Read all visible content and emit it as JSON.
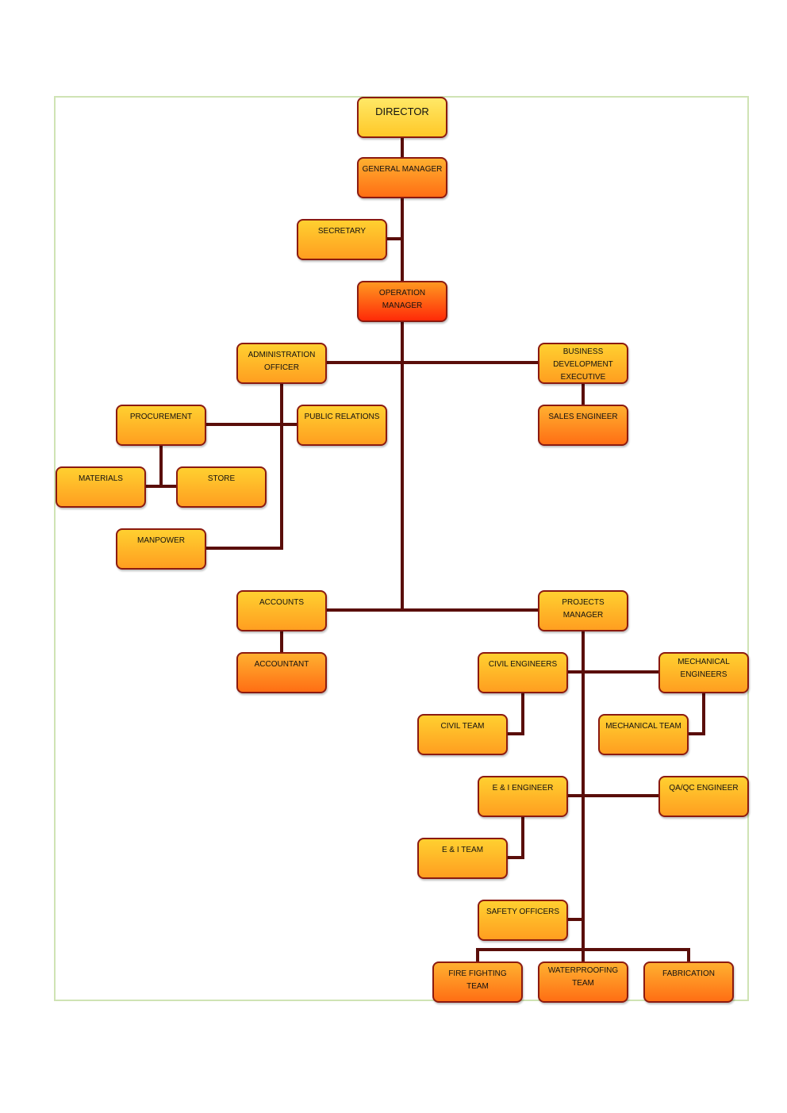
{
  "nodes": {
    "director": "DIRECTOR",
    "general_manager": "GENERAL MANAGER",
    "secretary": "SECRETARY",
    "operation_manager": "OPERATION MANAGER",
    "administration_officer": "ADMINISTRATION OFFICER",
    "business_development_executive": "BUSINESS DEVELOPMENT EXECUTIVE",
    "procurement": "PROCUREMENT",
    "public_relations": "PUBLIC RELATIONS",
    "sales_engineer": "SALES ENGINEER",
    "materials": "MATERIALS",
    "store": "STORE",
    "manpower": "MANPOWER",
    "accounts": "ACCOUNTS",
    "projects_manager": "PROJECTS MANAGER",
    "accountant": "ACCOUNTANT",
    "civil_engineers": "CIVIL ENGINEERS",
    "mechanical_engineers": "MECHANICAL ENGINEERS",
    "civil_team": "CIVIL TEAM",
    "mechanical_team": "MECHANICAL TEAM",
    "ei_engineer": "E & I ENGINEER",
    "qaqc_engineer": "QA/QC ENGINEER",
    "ei_team": "E & I TEAM",
    "safety_officers": "SAFETY OFFICERS",
    "fire_fighting_team": "FIRE FIGHTING TEAM",
    "waterproofing_team": "WATERPROOFING TEAM",
    "fabrication": "FABRICATION"
  },
  "colors": {
    "connector": "#5a0e0a",
    "frame_border": "#cfe3b4",
    "node_border": "#8b1a10"
  }
}
